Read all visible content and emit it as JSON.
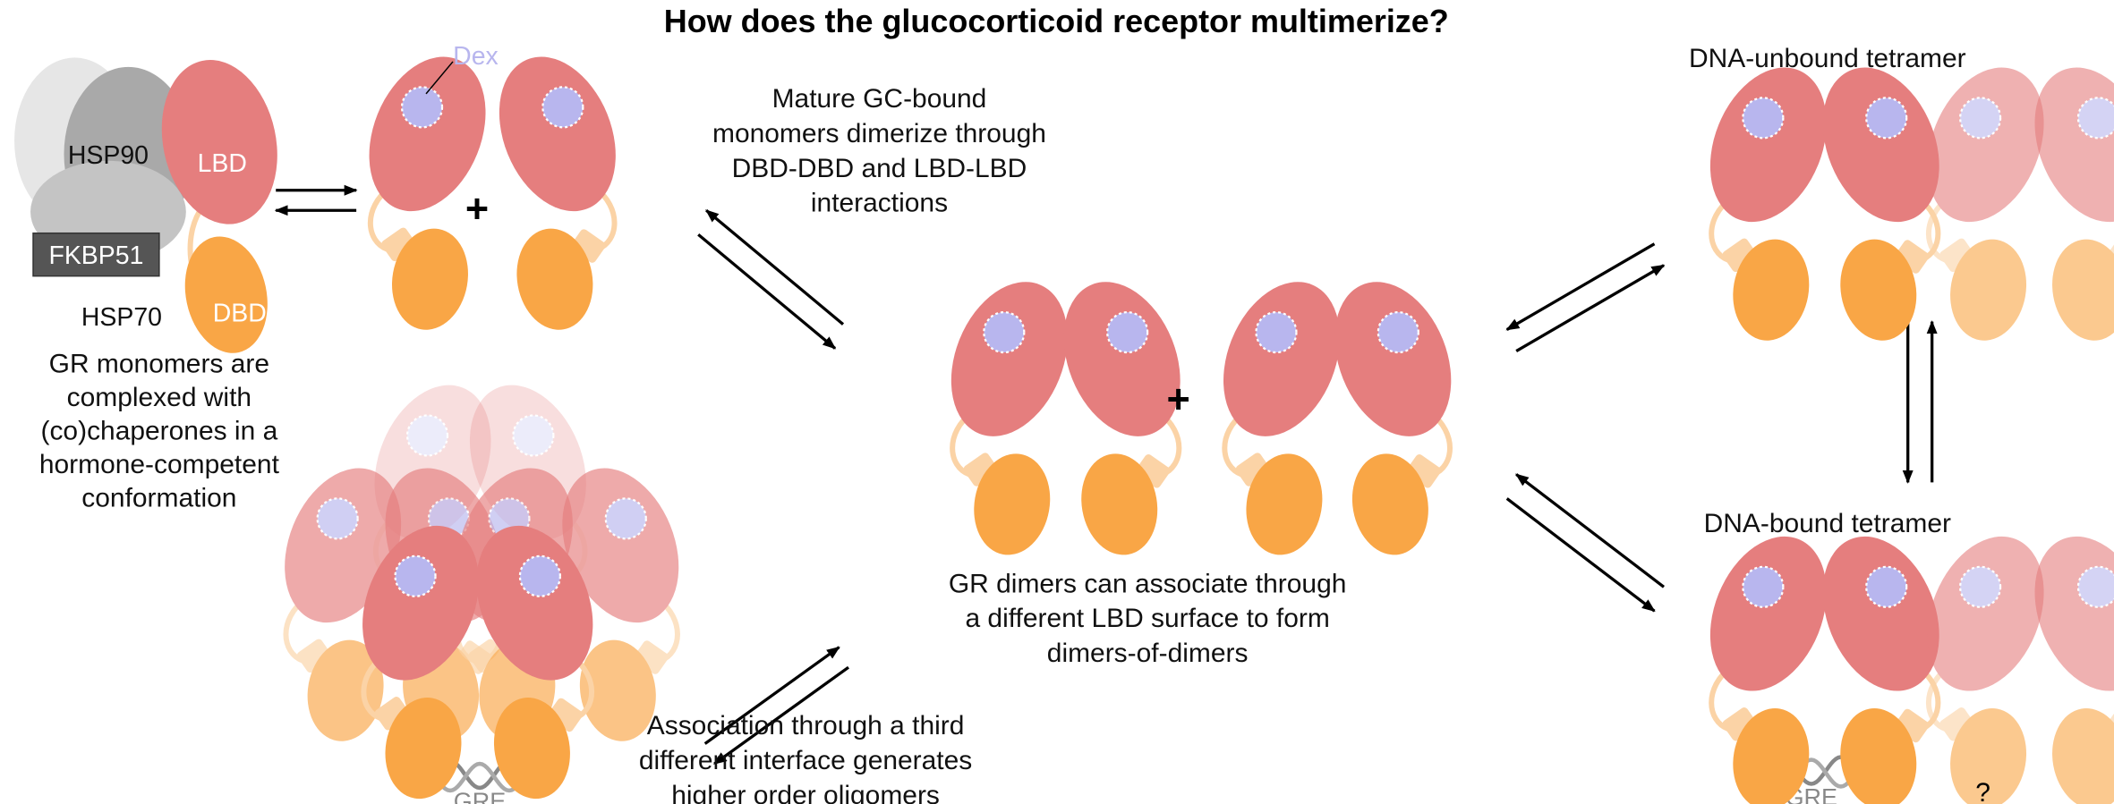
{
  "title": "How does the glucocorticoid receptor multimerize?",
  "colors": {
    "lbd": "#e57e7e",
    "dbd": "#f9a646",
    "linker": "#fbd3a6",
    "dex": "#b8b6ee",
    "hsp90": "#e6e6e6",
    "hsp90_dark": "#a9a9a9",
    "hsp70": "#c4c4c4",
    "fkbp51": "#555555",
    "arrow": "#000000"
  },
  "monomer_complex": {
    "labels": {
      "hsp90": "HSP90",
      "fkbp51": "FKBP51",
      "hsp70": "HSP70",
      "lbd": "LBD",
      "dbd": "DBD"
    },
    "caption": [
      "GR monomers are",
      "complexed with",
      "(co)chaperones in a",
      "hormone-competent",
      "conformation"
    ]
  },
  "mature_monomers": {
    "dex_label": "Dex",
    "plus": "+",
    "caption": [
      "Mature GC-bound",
      "monomers dimerize through",
      "DBD-DBD and LBD-LBD",
      "interactions"
    ]
  },
  "dimers": {
    "plus": "+",
    "caption": [
      "GR dimers can associate through",
      "a different LBD surface to form",
      "dimers-of-dimers"
    ]
  },
  "oligomers": {
    "gre_label": "GRE",
    "caption": [
      "Association through a third",
      "different interface generates",
      "higher order oligomers"
    ]
  },
  "unbound_tetramer": {
    "title": "DNA-unbound tetramer"
  },
  "bound_tetramer": {
    "title": "DNA-bound tetramer",
    "gre_label": "GRE",
    "question": "?"
  }
}
